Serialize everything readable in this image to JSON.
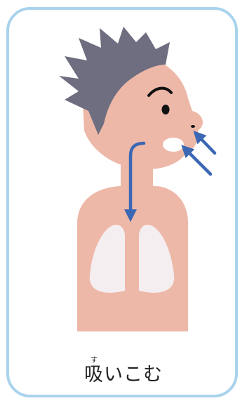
{
  "card": {
    "caption": {
      "kanji": "吸",
      "furigana": "す",
      "kana": "いこむ"
    }
  },
  "colors": {
    "border": "#a9d3ec",
    "skin": "#edb8a8",
    "hair": "#6e6e80",
    "arrow": "#3b67b3",
    "lungs": "#f5eef0"
  },
  "icons": {
    "illustration": "person-inhaling-illustration"
  }
}
